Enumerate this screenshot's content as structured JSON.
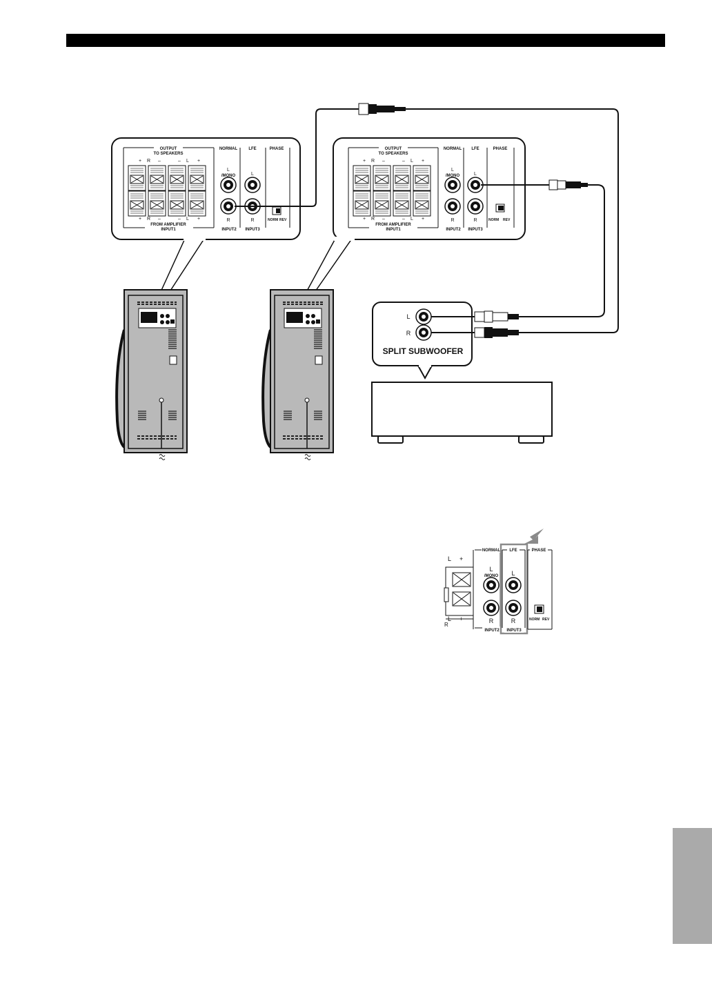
{
  "panel": {
    "output_label": "OUTPUT",
    "to_speakers_label": "TO SPEAKERS",
    "from_amplifier_label": "FROM AMPLIFIER",
    "input1_label": "INPUT1",
    "normal_label": "NORMAL",
    "lfe_label": "LFE",
    "phase_label": "PHASE",
    "mono_label": "/MONO",
    "input2_label": "INPUT2",
    "input3_label": "INPUT3",
    "norm_label": "NORM",
    "rev_label": "REV",
    "plus": "+",
    "minus": "–",
    "r_mark": "R",
    "l_mark": "L"
  },
  "amp": {
    "split_subwoofer_label": "SPLIT SUBWOOFER",
    "l_mark": "L",
    "r_mark": "R"
  },
  "colors": {
    "panel_stroke": "#111111",
    "subwoofer_body": "#b9b9b9",
    "side_tab": "#aaaaaa",
    "header_bar": "#000000"
  }
}
